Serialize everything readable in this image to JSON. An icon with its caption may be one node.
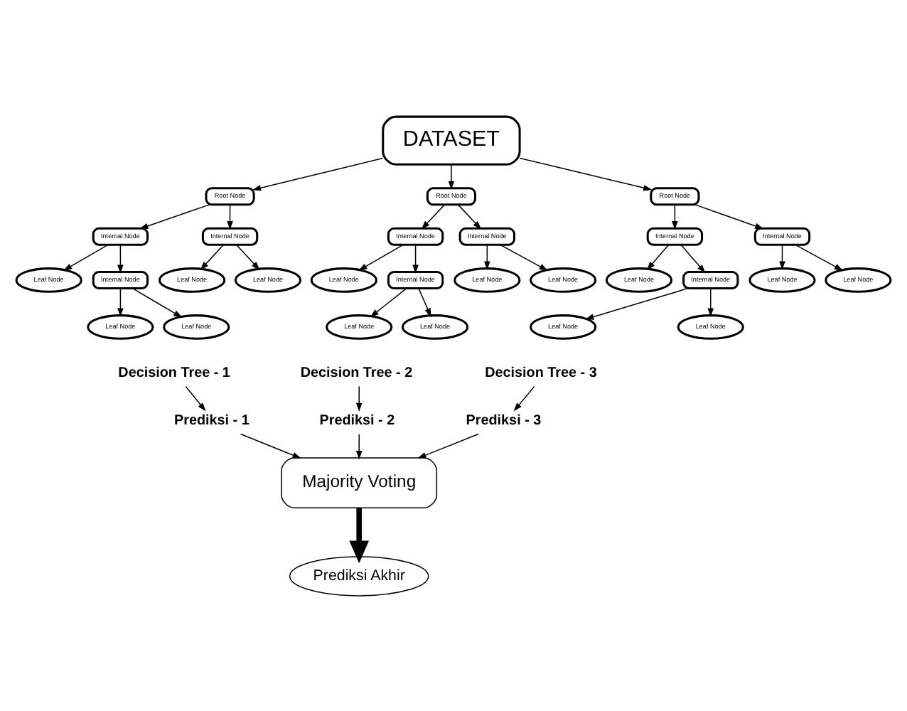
{
  "diagram": {
    "nodes": [
      {
        "text": [
          "DATASET"
        ]
      },
      {
        "text": [
          "Root Node"
        ]
      },
      {
        "text": [
          "Internal Node"
        ]
      },
      {
        "text": [
          "Internal Node"
        ]
      },
      {
        "text": [
          "Leaf Node"
        ]
      },
      {
        "text": [
          "Internal Node"
        ]
      },
      {
        "text": [
          "Leaf Node"
        ]
      },
      {
        "text": [
          "Leaf Node"
        ]
      },
      {
        "text": [
          "Leaf Node"
        ]
      },
      {
        "text": [
          "Leaf Node"
        ]
      },
      {
        "text": [
          "Decision Tree - 1"
        ]
      },
      {
        "text": [
          "Prediksi - 1"
        ]
      },
      {
        "text": [
          "Root Node"
        ]
      },
      {
        "text": [
          "Internal Node"
        ]
      },
      {
        "text": [
          "Internal Node"
        ]
      },
      {
        "text": [
          "Leaf Node"
        ]
      },
      {
        "text": [
          "Internal Node"
        ]
      },
      {
        "text": [
          "Leaf Node"
        ]
      },
      {
        "text": [
          "Leaf Node"
        ]
      },
      {
        "text": [
          "Leaf Node"
        ]
      },
      {
        "text": [
          "Leaf Node"
        ]
      },
      {
        "text": [
          "Decision Tree - 2"
        ]
      },
      {
        "text": [
          "Prediksi - 2"
        ]
      },
      {
        "text": [
          "Root Node"
        ]
      },
      {
        "text": [
          "Internal Node"
        ]
      },
      {
        "text": [
          "Internal Node"
        ]
      },
      {
        "text": [
          "Leaf Node"
        ]
      },
      {
        "text": [
          "Internal Node"
        ]
      },
      {
        "text": [
          "Leaf Node"
        ]
      },
      {
        "text": [
          "Leaf Node"
        ]
      },
      {
        "text": [
          "Leaf Node"
        ]
      },
      {
        "text": [
          "Leaf Node"
        ]
      },
      {
        "text": [
          "Decision Tree - 3"
        ]
      },
      {
        "text": [
          "Prediksi - 3"
        ]
      },
      {
        "text": [
          "Majority Voting"
        ]
      },
      {
        "text": [
          "Prediksi Akhir"
        ]
      }
    ],
    "edges": [
      {
        "from": 0,
        "to": 1,
        "arrow": "to"
      },
      {
        "from": 0,
        "to": 12,
        "arrow": "to"
      },
      {
        "from": 0,
        "to": 23,
        "arrow": "to"
      },
      {
        "from": 1,
        "to": 2,
        "arrow": "to"
      },
      {
        "from": 1,
        "to": 3,
        "arrow": "to"
      },
      {
        "from": 2,
        "to": 4,
        "arrow": "to"
      },
      {
        "from": 2,
        "to": 5,
        "arrow": "to"
      },
      {
        "from": 3,
        "to": 6,
        "arrow": "to"
      },
      {
        "from": 3,
        "to": 7,
        "arrow": "to"
      },
      {
        "from": 5,
        "to": 8,
        "arrow": "to"
      },
      {
        "from": 5,
        "to": 9,
        "arrow": "to"
      },
      {
        "from": 10,
        "to": 11,
        "arrow": "to"
      },
      {
        "from": 12,
        "to": 13,
        "arrow": "to"
      },
      {
        "from": 12,
        "to": 14,
        "arrow": "to"
      },
      {
        "from": 13,
        "to": 15,
        "arrow": "to"
      },
      {
        "from": 13,
        "to": 16,
        "arrow": "to"
      },
      {
        "from": 14,
        "to": 17,
        "arrow": "to"
      },
      {
        "from": 14,
        "to": 18,
        "arrow": "to"
      },
      {
        "from": 16,
        "to": 19,
        "arrow": "to"
      },
      {
        "from": 16,
        "to": 20,
        "arrow": "to"
      },
      {
        "from": 21,
        "to": 22,
        "arrow": "to"
      },
      {
        "from": 23,
        "to": 24,
        "arrow": "to"
      },
      {
        "from": 23,
        "to": 25,
        "arrow": "to"
      },
      {
        "from": 24,
        "to": 26,
        "arrow": "to"
      },
      {
        "from": 24,
        "to": 27,
        "arrow": "to"
      },
      {
        "from": 25,
        "to": 28,
        "arrow": "to"
      },
      {
        "from": 25,
        "to": 29,
        "arrow": "to"
      },
      {
        "from": 27,
        "to": 30,
        "arrow": "to"
      },
      {
        "from": 27,
        "to": 31,
        "arrow": "to"
      },
      {
        "from": 32,
        "to": 33,
        "arrow": "to"
      },
      {
        "from": 11,
        "to": 34,
        "arrow": "to"
      },
      {
        "from": 22,
        "to": 34,
        "arrow": "to"
      },
      {
        "from": 33,
        "to": 34,
        "arrow": "to"
      },
      {
        "from": 34,
        "to": 35,
        "arrow": "to",
        "style": "thick"
      }
    ]
  }
}
